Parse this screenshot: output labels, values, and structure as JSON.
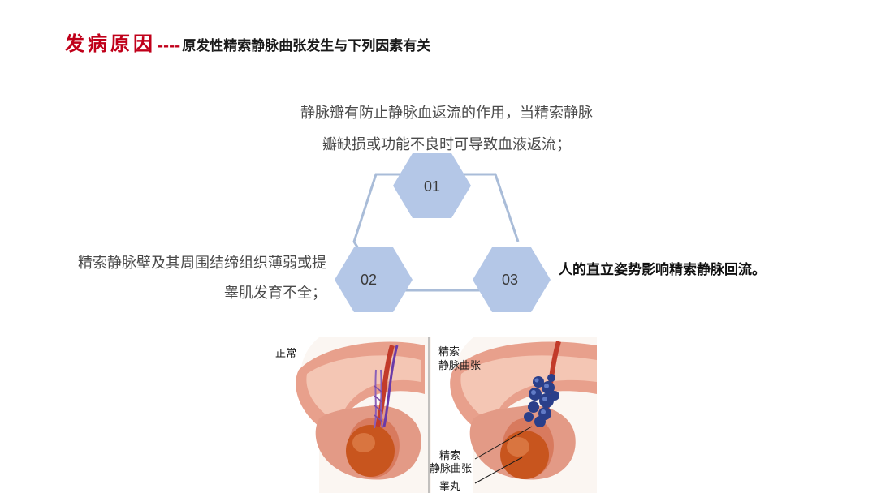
{
  "title": {
    "main": "发病原因",
    "separator": "----",
    "subtitle": "原发性精索静脉曲张发生与下列因素有关"
  },
  "causes": {
    "top": [
      "静脉瓣有防止静脉血返流的作用，当精索静脉",
      "瓣缺损或功能不良时可导致血液返流；"
    ],
    "left": [
      "精索静脉壁及其周围结缔组织薄弱或提",
      "睾肌发育不全；"
    ],
    "right": "人的直立姿势影响精索静脉回流。"
  },
  "hexagons": {
    "h1": "01",
    "h2": "02",
    "h3": "03"
  },
  "illustration": {
    "left_label": "正常",
    "right_label_line1": "精索",
    "right_label_line2": "静脉曲张",
    "callout1_line1": "精索",
    "callout1_line2": "静脉曲张",
    "callout2": "睾丸"
  },
  "colors": {
    "title_red": "#c0001a",
    "hex_fill": "#b4c7e7",
    "connector": "#a9bcd8",
    "skin": "#e8a08c",
    "testis": "#c8551e",
    "varicose_vein": "#2a3f8a"
  }
}
